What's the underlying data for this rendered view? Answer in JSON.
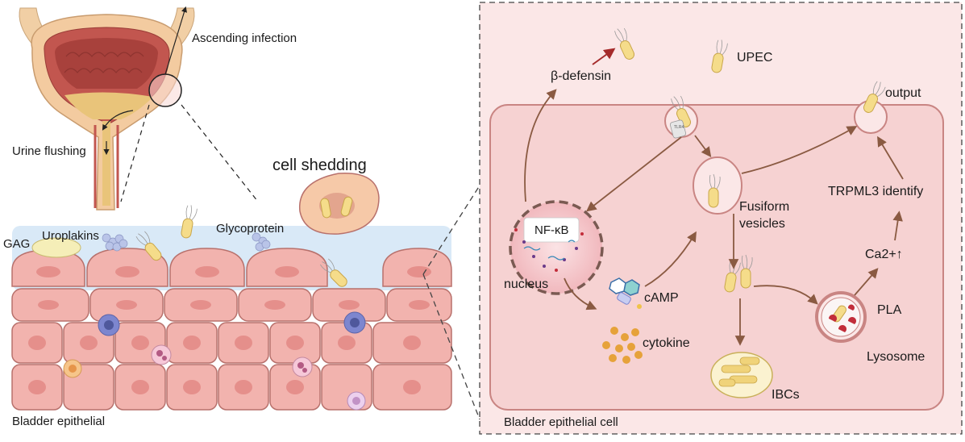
{
  "labels": {
    "ascending_infection": "Ascending infection",
    "urine_flushing": "Urine flushing",
    "cell_shedding": "cell shedding",
    "gag": "GAG",
    "uroplakins": "Uroplakins",
    "glycoprotein": "Glycoprotein",
    "bladder_epithelial": "Bladder epithelial",
    "beta_defensin": "β-defensin",
    "upec": "UPEC",
    "output": "output",
    "nfkb": "NF-κB",
    "nucleus": "nucleus",
    "fusiform_vesicles_line1": "Fusiform",
    "fusiform_vesicles_line2": "vesicles",
    "trpml3_identify": "TRPML3  identify",
    "ca2": "Ca2+↑",
    "camp": "cAMP",
    "pla": "PLA",
    "cytokine": "cytokine",
    "lysosome": "Lysosome",
    "ibcs": "IBCs",
    "bladder_epithelial_cell": "Bladder epithelial cell",
    "tlr4": "TLR4"
  },
  "colors": {
    "panel_bg": "#fbe7e7",
    "cell_border": "#c98583",
    "cell_fill": "#f6cfcf",
    "arrow": "#8a5a42",
    "red_arrow": "#a52a2a",
    "mucus": "#d9e9f7",
    "bacterium": "#f5dc8a"
  }
}
